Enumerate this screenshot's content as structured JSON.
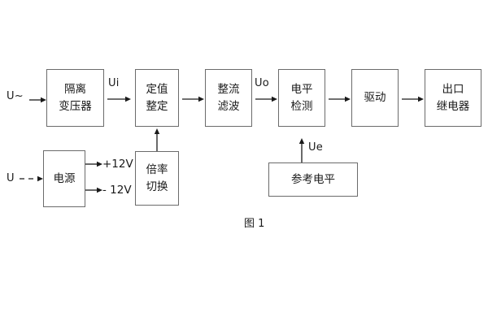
{
  "figure": {
    "caption": "图 1",
    "stroke_color": "#1a1a1a",
    "box_border_color": "#6b6b6b",
    "background": "#ffffff"
  },
  "blocks": [
    {
      "id": "isolation-transformer",
      "lines": [
        "隔离",
        "变压器"
      ]
    },
    {
      "id": "setting-value",
      "lines": [
        "定值",
        "整定"
      ]
    },
    {
      "id": "rectify-filter",
      "lines": [
        "整流",
        "滤波"
      ]
    },
    {
      "id": "level-detect",
      "lines": [
        "电平",
        "检测"
      ]
    },
    {
      "id": "drive",
      "lines": [
        "驱动"
      ]
    },
    {
      "id": "output-relay",
      "lines": [
        "出口",
        "继电器"
      ]
    },
    {
      "id": "power-supply",
      "lines": [
        "电源"
      ]
    },
    {
      "id": "multiplier-switch",
      "lines": [
        "倍率",
        "切换"
      ]
    },
    {
      "id": "reference-level",
      "lines": [
        "参考电平"
      ]
    }
  ],
  "inputs": {
    "ac_input": "U~",
    "dc_input": "U"
  },
  "signals": {
    "ui": "Ui",
    "uo": "Uo",
    "ue": "Ue"
  },
  "rails": {
    "positive": "+12V",
    "negative": "- 12V"
  }
}
